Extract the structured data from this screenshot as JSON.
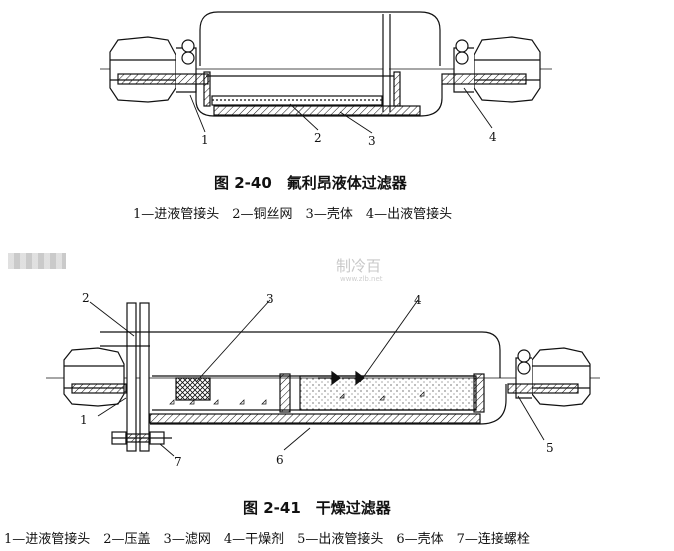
{
  "figure1": {
    "caption": "图 2-40　氟利昂液体过滤器",
    "legend": "1—进液管接头　2—铜丝网　3—壳体　4—出液管接头",
    "callouts": [
      "1",
      "2",
      "3",
      "4"
    ]
  },
  "figure2": {
    "caption": "图 2-41　干燥过滤器",
    "legend": "1—进液管接头　2—压盖　3—滤网　4—干燥剂　5—出液管接头　6—壳体　7—连接螺栓",
    "callouts": [
      "1",
      "2",
      "3",
      "4",
      "5",
      "6",
      "7"
    ]
  },
  "watermark": {
    "logo_text": "制冷百",
    "url_text": "www.zlb.net"
  }
}
